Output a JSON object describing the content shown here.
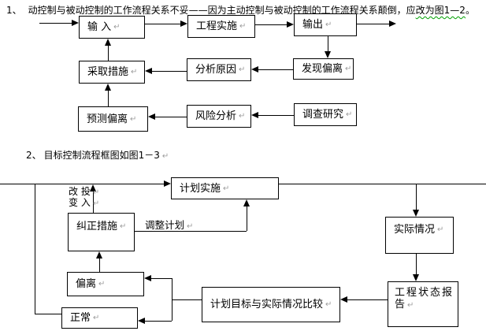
{
  "marks": {
    "pilcrow": "↵"
  },
  "colors": {
    "line": "#000000",
    "box_border": "#000000",
    "box_fill": "#ffffff",
    "pilcrow_gray": "#9c9c9c",
    "spellcheck_green": "#00a000"
  },
  "paragraphs": {
    "item1": {
      "number": "1、",
      "text": "动控制与被动控制的工作流程关系不妥——因为主动控制与被动控制的工作流程关系颠倒，应",
      "underlined": "改为图1—2",
      "tail": "。"
    },
    "item2": {
      "number": "2、",
      "text": "目标控制流程框图如图1－3"
    }
  },
  "flowchart_1_2": {
    "nodes": {
      "input": "输 入",
      "implementation": "工程实施",
      "output": "输出",
      "take_measures": "采取措施",
      "analyze_causes": "分析原因",
      "find_deviation": "发现偏离",
      "predict_deviation": "预测偏离",
      "risk_analysis": "风险分析",
      "investigate": "调查研究"
    }
  },
  "flowchart_1_3": {
    "nodes": {
      "plan_implementation": "计划实施",
      "actual_situation": "实际情况",
      "status_report_line1": "工程状态报",
      "status_report_line2": "告",
      "corrective_measures": "纠正措施",
      "deviation": "偏离",
      "normal": "正常",
      "compare": "计划目标与实际情况比较"
    },
    "labels": {
      "change_input_row1": "改 投",
      "change_input_row2": "变 入",
      "adjust_plan": "调整计划"
    }
  }
}
